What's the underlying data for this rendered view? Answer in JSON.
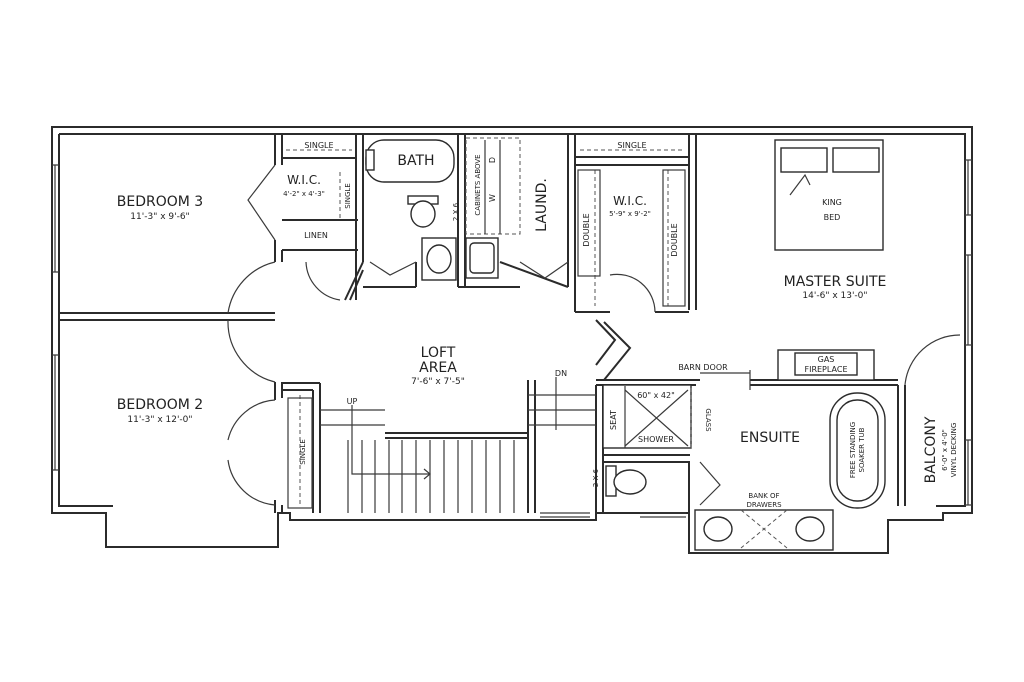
{
  "plan": {
    "rooms": {
      "bedroom3": {
        "name": "BEDROOM 3",
        "dims": "11'-3\" x 9'-6\""
      },
      "bedroom2": {
        "name": "BEDROOM 2",
        "dims": "11'-3\" x 12'-0\""
      },
      "wic_small": {
        "name": "W.I.C.",
        "dims": "4'-2\" x 4'-3\""
      },
      "bath": {
        "name": "BATH"
      },
      "laundry": {
        "name": "LAUND."
      },
      "wic_master": {
        "name": "W.I.C.",
        "dims": "5'-9\" x 9'-2\""
      },
      "master_suite": {
        "name": "MASTER SUITE",
        "dims": "14'-6\" x 13'-0\""
      },
      "loft_line1": "LOFT",
      "loft_line2": "AREA",
      "loft_dims": "7'-6\" x 7'-5\"",
      "ensuite": {
        "name": "ENSUITE"
      },
      "balcony": {
        "name": "BALCONY",
        "dims": "6'-0\" x 4'-0\"",
        "note": "VINYL DECKING"
      }
    },
    "labels": {
      "single": "SINGLE",
      "linen": "LINEN",
      "double": "DOUBLE",
      "cabinets_above": "CABINETS ABOVE",
      "washer": "W",
      "dryer": "D",
      "two_by_six": "2 X 6",
      "king": "KING",
      "bed": "BED",
      "gas": "GAS",
      "fireplace": "FIREPLACE",
      "barn_door": "BARN DOOR",
      "dn": "DN",
      "up": "UP",
      "shower_size": "60\" x 42\"",
      "seat": "SEAT",
      "shower": "SHOWER",
      "glass": "GLASS",
      "tub_line1": "FREE STANDING",
      "tub_line2": "SOAKER TUB",
      "bank_of": "BANK OF",
      "drawers": "DRAWERS"
    }
  }
}
